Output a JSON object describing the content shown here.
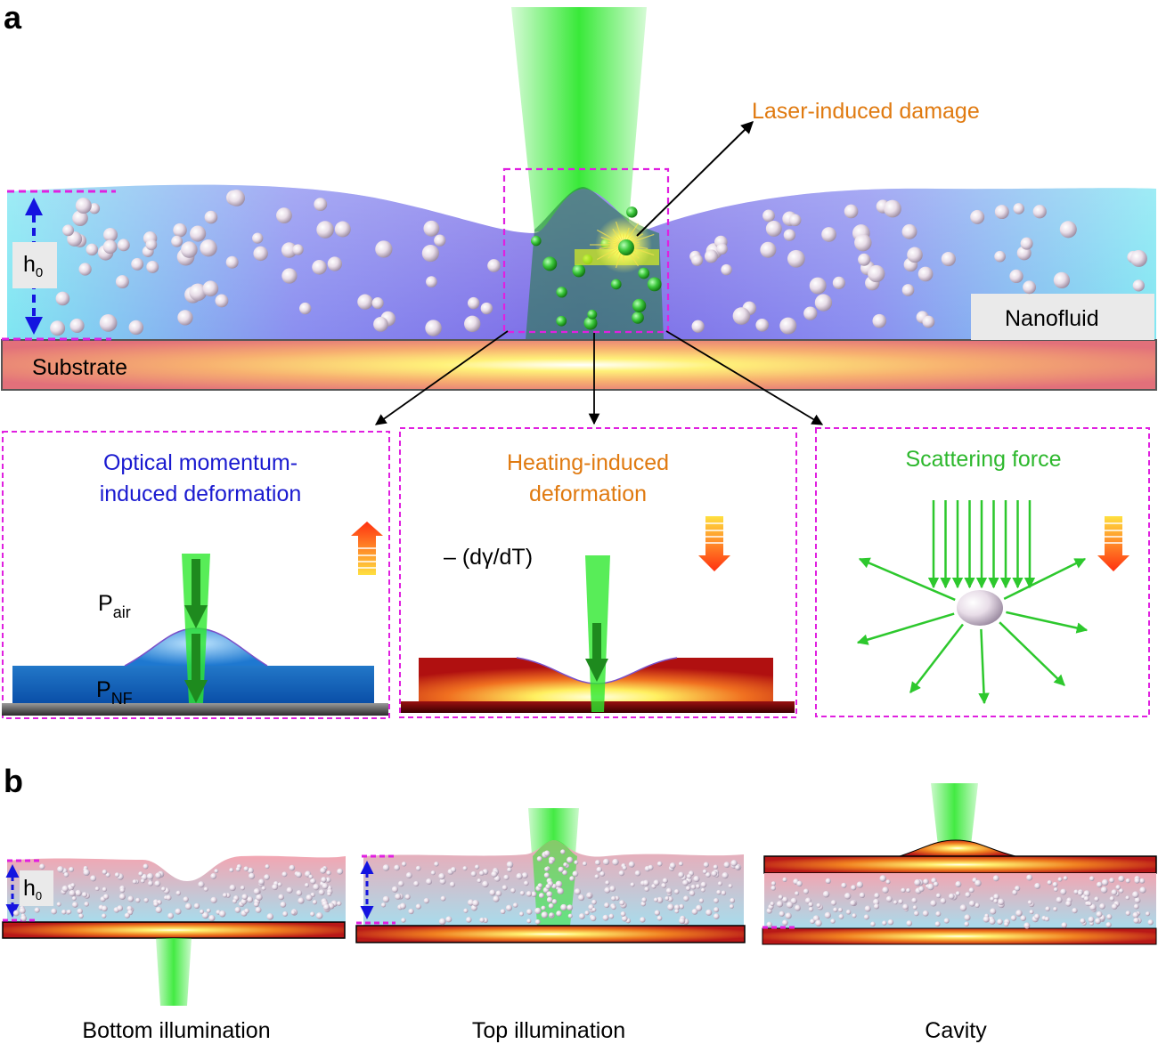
{
  "panel_a": {
    "letter": "a",
    "h0_label": "h",
    "h0_sub": "0",
    "substrate_label": "Substrate",
    "nanofluid_label": "Nanofluid",
    "damage_label": "Laser-induced damage",
    "insets": {
      "optical": {
        "title_line1": "Optical momentum-",
        "title_line2": "induced deformation",
        "p_air": "P",
        "p_air_sub": "air",
        "p_nf": "P",
        "p_nf_sub": "NF"
      },
      "heating": {
        "title_line1": "Heating-induced",
        "title_line2": "deformation",
        "gradient_label": "– (dγ/dT)"
      },
      "scattering": {
        "title": "Scattering force"
      }
    }
  },
  "panel_b": {
    "letter": "b",
    "h0_label": "h",
    "h0_sub": "0",
    "captions": [
      "Bottom illumination",
      "Top illumination",
      "Cavity"
    ]
  },
  "colors": {
    "laser_green": "#2EE82E",
    "dashed_magenta": "#E020E0",
    "label_orange": "#E07A10",
    "label_blue": "#1A1AD0",
    "label_green": "#2DB82D",
    "arrow_red": "#FF2A10",
    "h0_arrow_blue": "#1414E0"
  },
  "icons": [
    "up-arrow-icon",
    "down-arrow-icon",
    "particle-icon"
  ]
}
